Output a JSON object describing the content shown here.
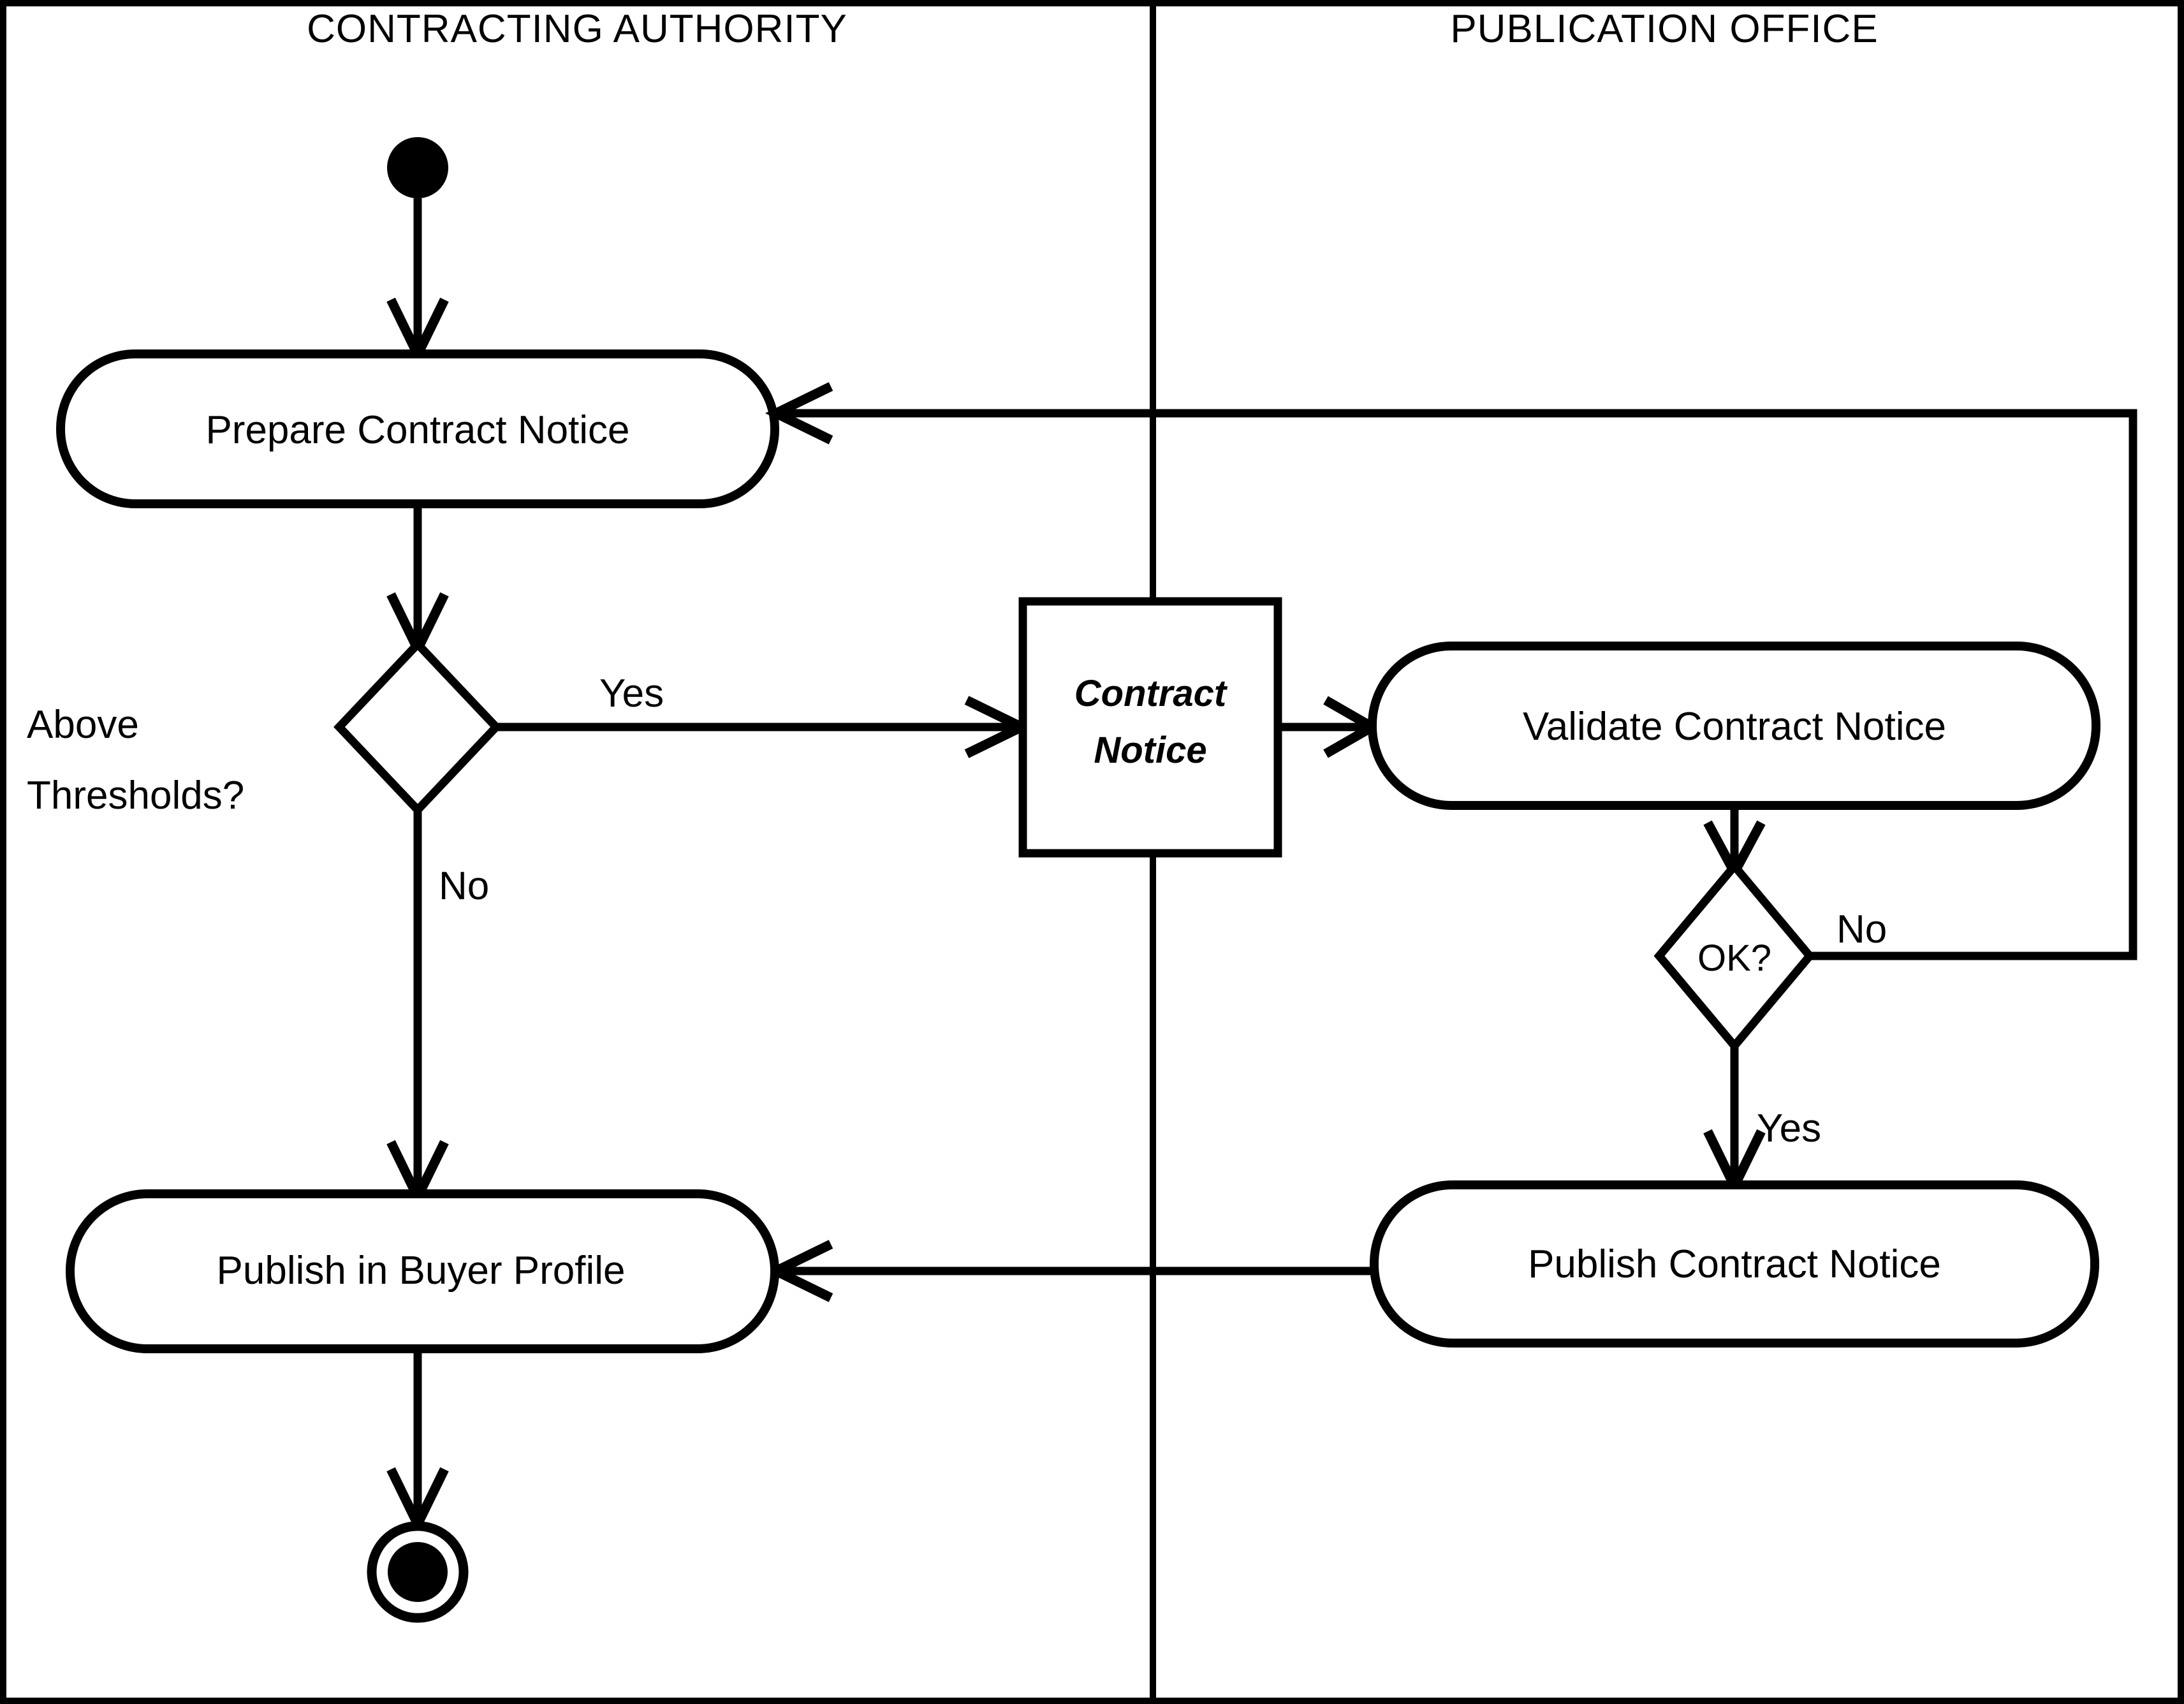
{
  "diagram": {
    "type": "uml-activity-diagram",
    "title": "",
    "lanes": [
      {
        "id": "contracting-authority",
        "title": "CONTRACTING AUTHORITY"
      },
      {
        "id": "publication-office",
        "title": "PUBLICATION OFFICE"
      }
    ],
    "nodes": {
      "initial": {
        "kind": "initial-node",
        "label": ""
      },
      "prepare_contract_notice": {
        "kind": "action",
        "label": "Prepare Contract Notice"
      },
      "above_thresholds": {
        "kind": "decision",
        "label": "Above",
        "label_line2": "Thresholds?"
      },
      "contract_notice_object": {
        "kind": "object-node",
        "label_line1": "Contract",
        "label_line2": "Notice"
      },
      "validate_contract_notice": {
        "kind": "action",
        "label": "Validate Contract Notice"
      },
      "ok_decision": {
        "kind": "decision",
        "label": "OK?"
      },
      "publish_contract_notice": {
        "kind": "action",
        "label": "Publish Contract Notice"
      },
      "publish_in_buyer_profile": {
        "kind": "action",
        "label": "Publish in Buyer Profile"
      },
      "final": {
        "kind": "final-node",
        "label": ""
      }
    },
    "guards": {
      "thresholds_yes": "Yes",
      "thresholds_no": "No",
      "ok_no": "No",
      "ok_yes": "Yes"
    },
    "colors": {
      "stroke": "#000000",
      "fill": "#ffffff",
      "background": "#ffffff"
    }
  }
}
